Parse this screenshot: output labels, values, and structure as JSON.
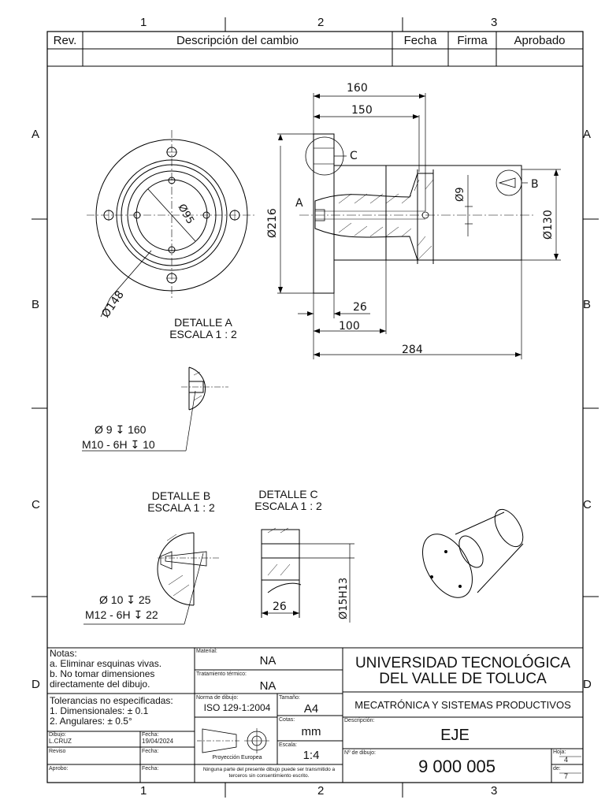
{
  "zones": {
    "columns": [
      "1",
      "2",
      "3"
    ],
    "rows": [
      "A",
      "B",
      "C",
      "D"
    ]
  },
  "revision_table": {
    "headers": [
      "Rev.",
      "Descripción del cambio",
      "Fecha",
      "Firma",
      "Aprobado"
    ]
  },
  "main_view": {
    "dim_total_length": "284",
    "dim_160": "160",
    "dim_150": "150",
    "dim_26": "26",
    "dim_100": "100",
    "dim_dia_216": "Ø216",
    "dim_dia_130": "Ø130",
    "dim_dia_9": "Ø9",
    "label_a": "A",
    "label_b": "B",
    "label_c": "C"
  },
  "front_view": {
    "dim_dia_148": "Ø148",
    "dim_dia_95": "Ø95"
  },
  "detail_a": {
    "title": "DETALLE A",
    "scale": "ESCALA 1 : 2",
    "callout_line1": "Ø 9 ↧ 160",
    "callout_line2": "M10 - 6H ↧ 10"
  },
  "detail_b": {
    "title": "DETALLE B",
    "scale": "ESCALA 1 : 2",
    "callout_line1": "Ø 10 ↧ 25",
    "callout_line2": "M12 - 6H ↧ 22"
  },
  "detail_c": {
    "title": "DETALLE C",
    "scale": "ESCALA 1 : 2",
    "dim_26": "26",
    "dim_dia_15h13": "Ø15H13"
  },
  "title_block": {
    "notes_title": "Notas:",
    "notes": [
      "a. Eliminar esquinas vivas.",
      "b. No tomar dimensiones",
      "directamente del dibujo."
    ],
    "tol_title": "Tolerancias no especificadas:",
    "tol_lines": [
      "1. Dimensionales: ± 0.1",
      "2. Angulares: ± 0.5°"
    ],
    "dibujo_label": "Dibujo:",
    "dibujo_value": "L.CRUZ",
    "fecha_label": "Fecha:",
    "fecha_value": "19/04/2024",
    "reviso_label": "Reviso",
    "fecha2_label": "Fecha:",
    "aprobo_label": "Aprobo:",
    "fecha3_label": "Fecha:",
    "material_label": "Material:",
    "material_value": "NA",
    "tratamiento_label": "Tratamiento térmico:",
    "tratamiento_value": "NA",
    "norma_label": "Norma de dibujo:",
    "norma_value": "ISO 129-1:2004",
    "tamano_label": "Tamaño:",
    "tamano_value": "A4",
    "cotas_label": "Cotas:",
    "cotas_value": "mm",
    "escala_label": "Escala:",
    "escala_value": "1:4",
    "proyeccion": "Proyección Europea",
    "disclaimer": "Ninguna parte del presente dibujo puede ser transmitido a terceros sin consentimiento escrito.",
    "university_line1": "UNIVERSIDAD TECNOLÓGICA",
    "university_line2": "DEL VALLE DE TOLUCA",
    "department": "MECATRÓNICA Y SISTEMAS PRODUCTIVOS",
    "descripcion_label": "Descripción:",
    "descripcion_value": "EJE",
    "ndibujo_label": "Nº de dibujo:",
    "ndibujo_value": "9 000 005",
    "hoja_label": "Hoja:",
    "hoja_value": "4",
    "de_label": "de:",
    "de_value": "7"
  }
}
